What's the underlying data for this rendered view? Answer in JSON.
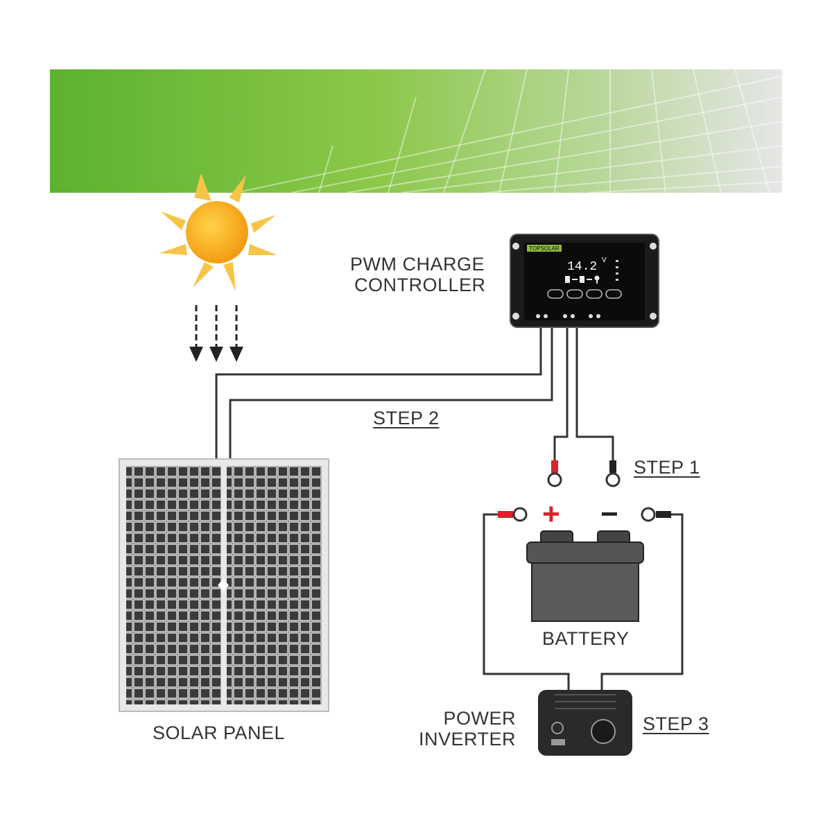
{
  "labels": {
    "controller_line1": "PWM CHARGE",
    "controller_line2": "CONTROLLER",
    "step1": "STEP 1",
    "step2": "STEP 2",
    "step3": "STEP 3",
    "battery": "BATTERY",
    "solar_panel": "SOLAR PANEL",
    "inverter_line1": "POWER",
    "inverter_line2": "INVERTER",
    "plus": "+",
    "minus": "−"
  },
  "controller": {
    "brand": "TOPSOLAR",
    "voltage": "14.2",
    "unit": "V"
  },
  "colors": {
    "banner_green": "#6cbf3a",
    "wire": "#333333",
    "positive": "#d8232a",
    "sun": "#f7a21b",
    "sun_rays": "#f6c548"
  }
}
